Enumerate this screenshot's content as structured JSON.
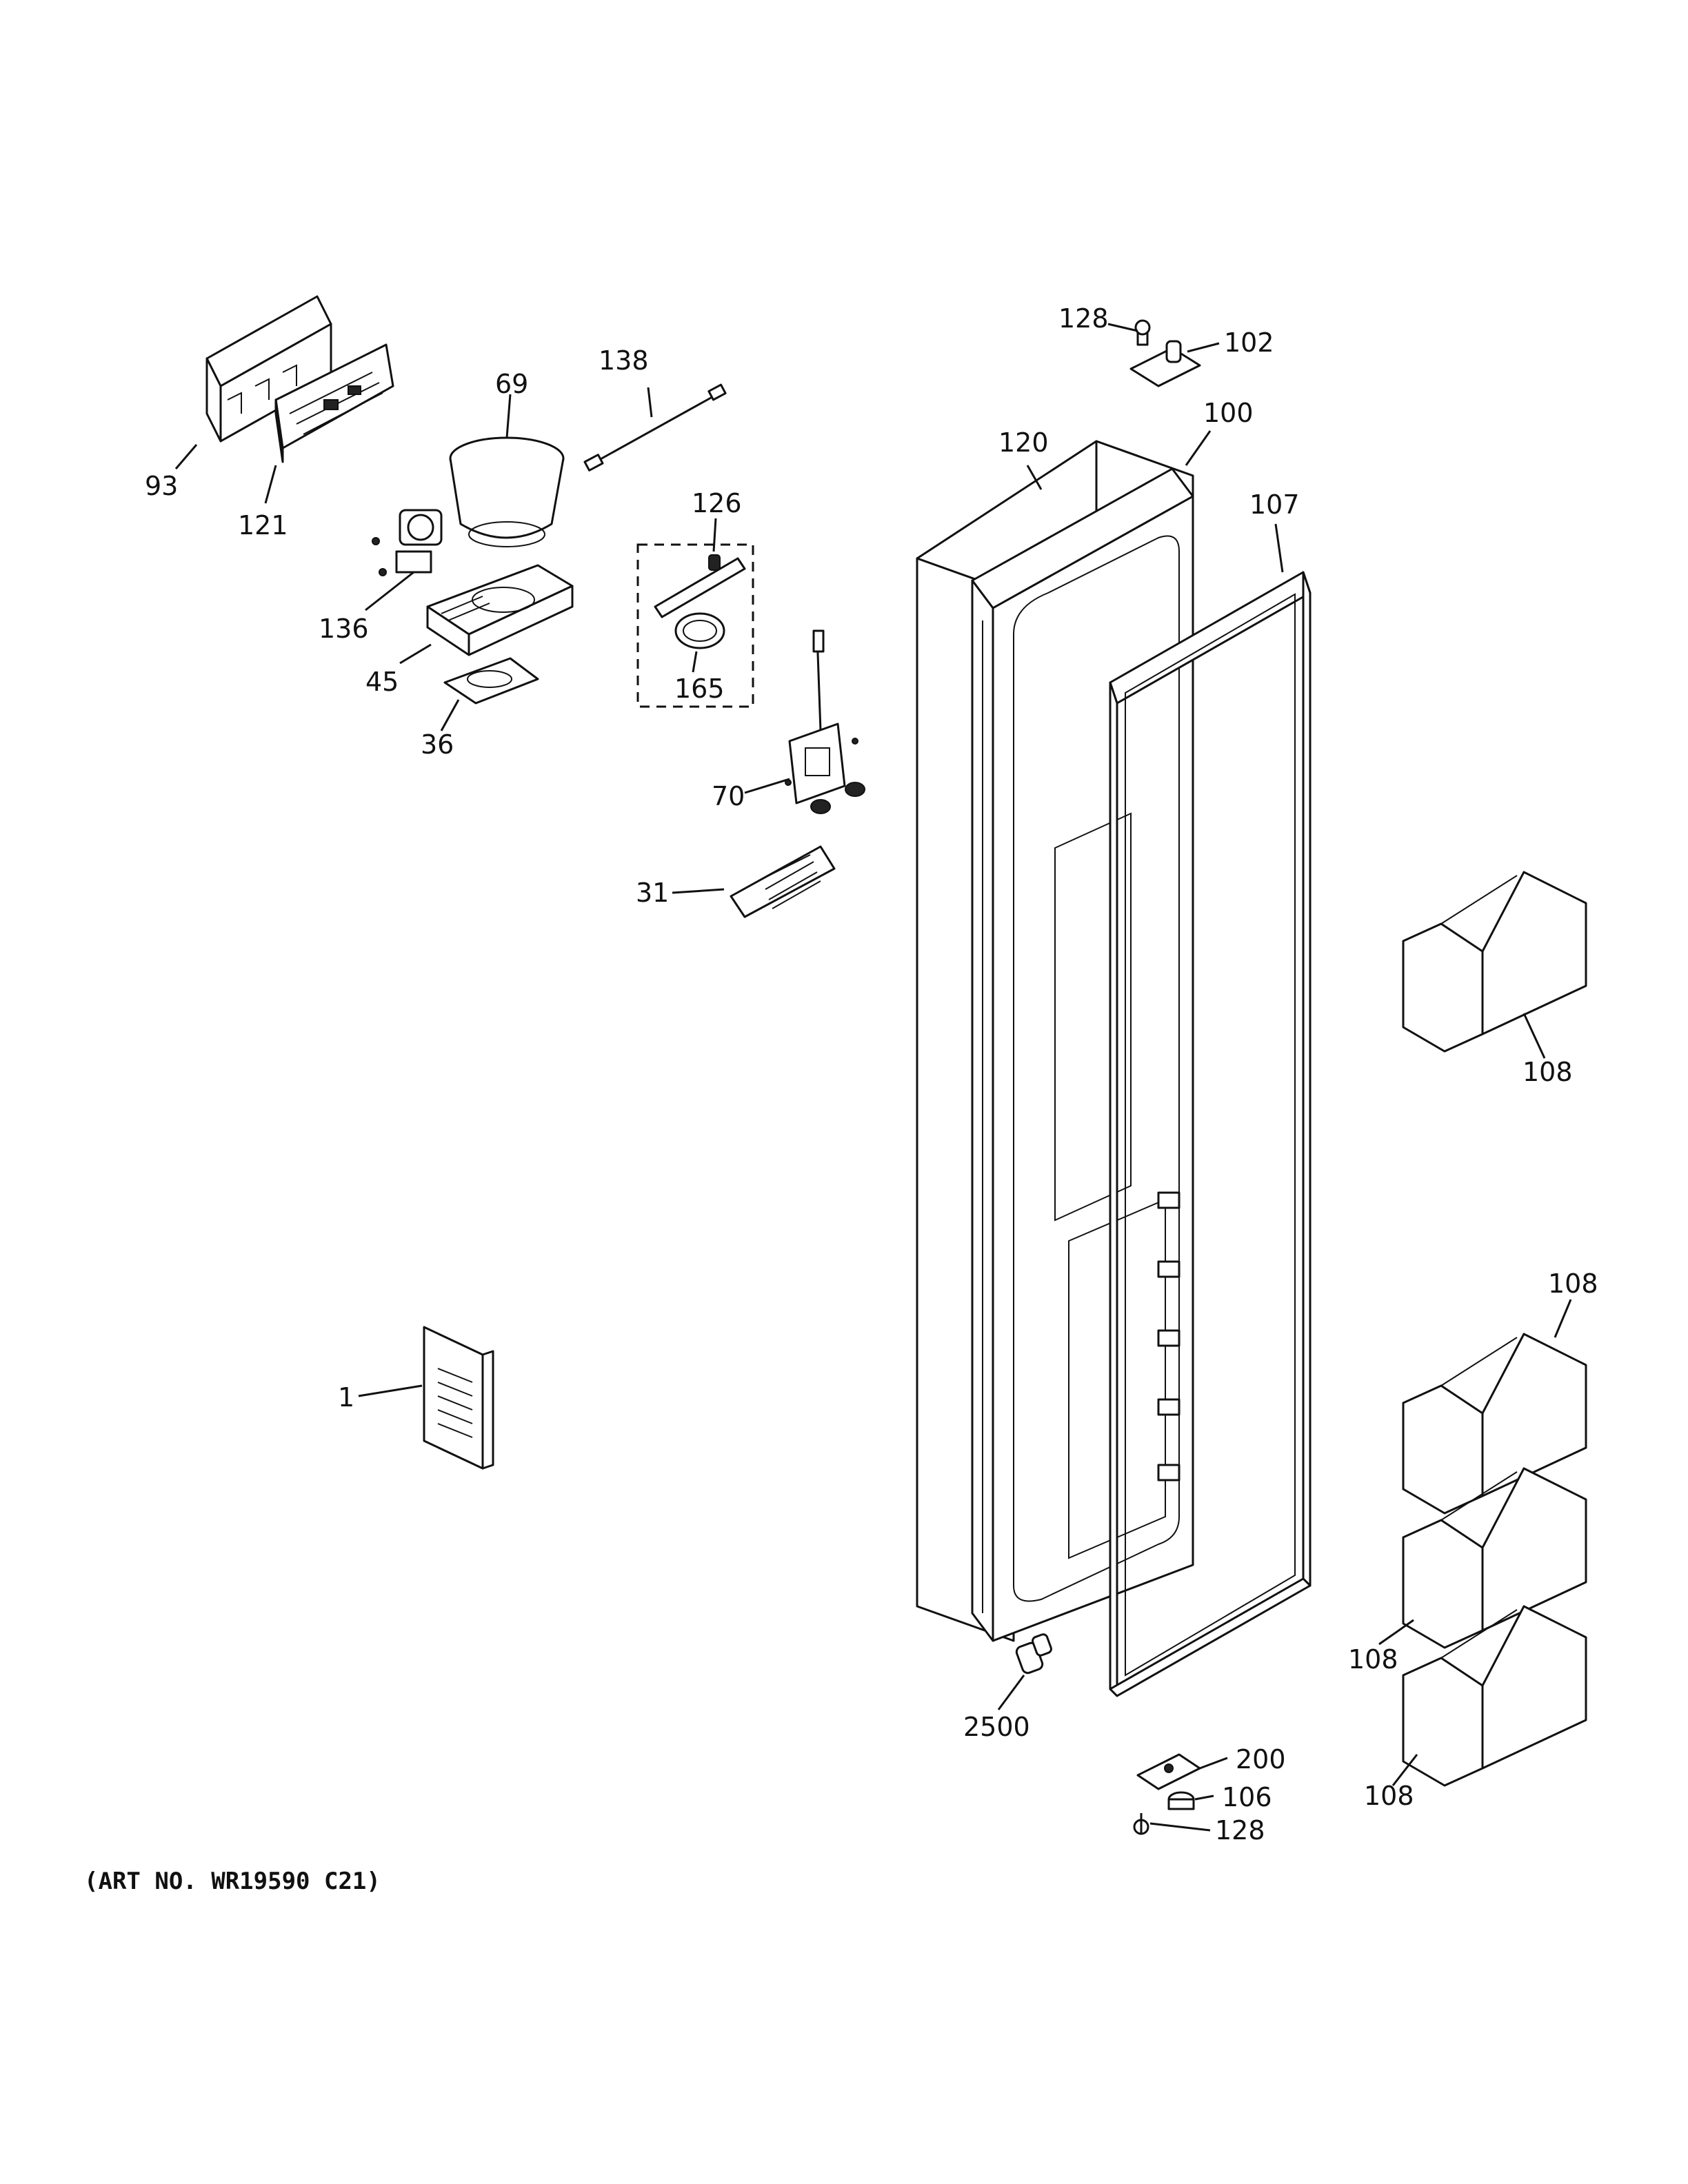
{
  "art_number": "(ART NO. WR19590 C21)",
  "callouts": {
    "c128_top": "128",
    "c102": "102",
    "c100": "100",
    "c120": "120",
    "c107": "107",
    "c138": "138",
    "c69": "69",
    "c93": "93",
    "c121": "121",
    "c126": "126",
    "c136": "136",
    "c165": "165",
    "c45": "45",
    "c36": "36",
    "c70": "70",
    "c31": "31",
    "c108_a": "108",
    "c108_b": "108",
    "c108_c": "108",
    "c108_d": "108",
    "c1": "1",
    "c2500": "2500",
    "c200": "200",
    "c106": "106",
    "c128_bottom": "128"
  }
}
